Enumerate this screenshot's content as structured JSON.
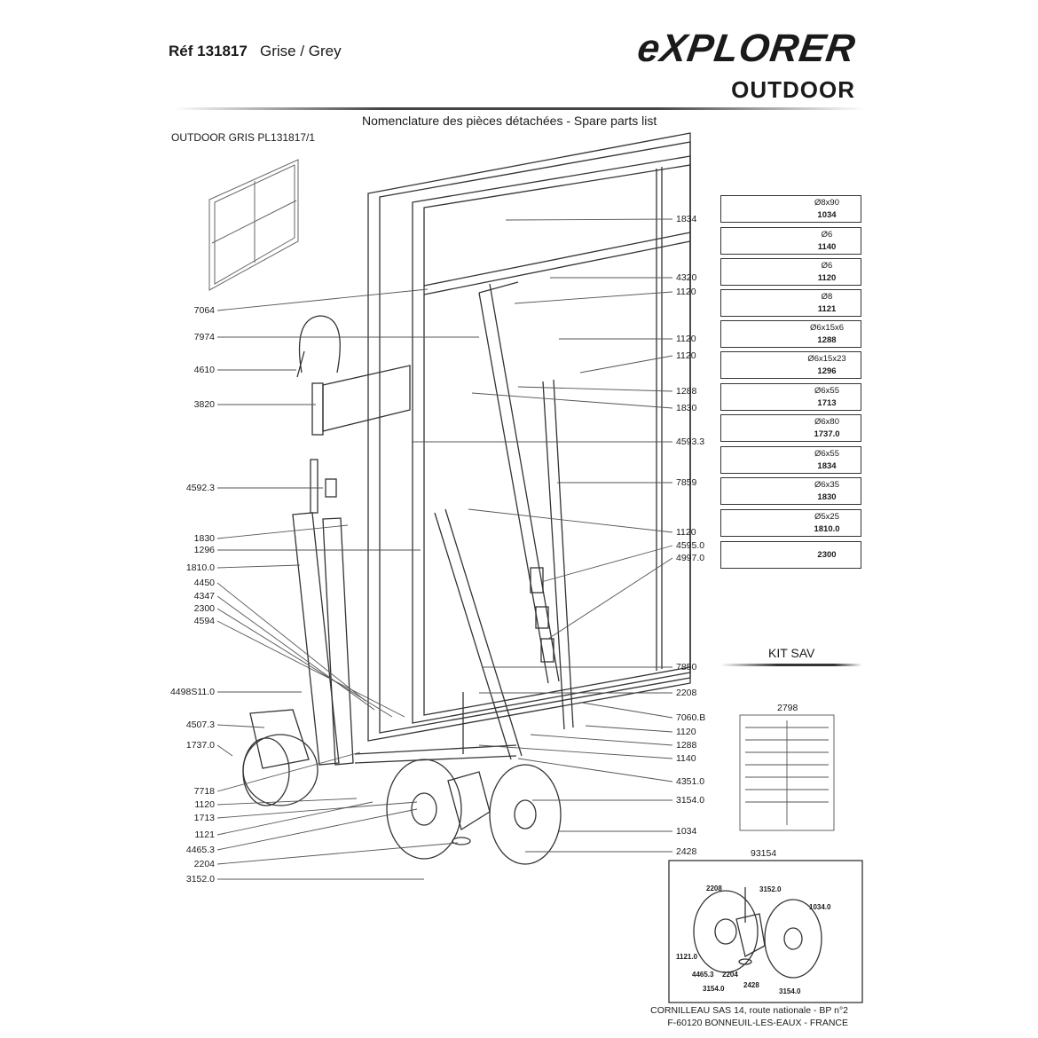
{
  "header": {
    "ref_label": "Réf 131817",
    "color_label": "Grise / Grey",
    "brand_top": "eXPLORER",
    "brand_bottom": "OUTDOOR",
    "subtitle": "Nomenclature des pièces détachées  -  Spare parts list",
    "plan_ref": "OUTDOOR  GRIS  PL131817/1"
  },
  "left_callouts": [
    "7064",
    "7974",
    "4610",
    "3820",
    "4592.3",
    "1830",
    "1296",
    "1810.0",
    "4450",
    "4347",
    "2300",
    "4594",
    "4498S11.0",
    "4507.3",
    "1737.0",
    "7718",
    "1120",
    "1713",
    "1121",
    "4465.3",
    "2204",
    "3152.0"
  ],
  "right_callouts": [
    "1834",
    "4320",
    "1120",
    "1120",
    "1120",
    "1288",
    "1830",
    "4593.3",
    "7859",
    "1120",
    "4595.0",
    "4997.0",
    "7850",
    "2208",
    "7060.B",
    "1120",
    "1288",
    "1140",
    "4351.0",
    "3154.0",
    "1034",
    "2428"
  ],
  "hardware": [
    {
      "dim": "Ø8x90",
      "num": "1034"
    },
    {
      "dim": "Ø6",
      "num": "1140"
    },
    {
      "dim": "Ø6",
      "num": "1120"
    },
    {
      "dim": "Ø8",
      "num": "1121"
    },
    {
      "dim": "Ø6x15x6",
      "num": "1288"
    },
    {
      "dim": "Ø6x15x23",
      "num": "1296"
    },
    {
      "dim": "Ø6x55",
      "num": "1713"
    },
    {
      "dim": "Ø6x80",
      "num": "1737.0"
    },
    {
      "dim": "Ø6x55",
      "num": "1834"
    },
    {
      "dim": "Ø6x35",
      "num": "1830"
    },
    {
      "dim": "Ø5x25",
      "num": "1810.0"
    },
    {
      "dim": "",
      "num": "2300"
    }
  ],
  "kit": {
    "title": "KIT SAV",
    "kit_number": "2798",
    "wheel_kit_number": "93154",
    "wheel_labels": [
      "2208",
      "3152.0",
      "1034.0",
      "1121.0",
      "4465.3",
      "2204",
      "3154.0",
      "2428",
      "3154.0"
    ]
  },
  "footer": {
    "line1": "CORNILLEAU SAS  14, route nationale - BP n°2",
    "line2": "F-60120 BONNEUIL-LES-EAUX - FRANCE"
  }
}
